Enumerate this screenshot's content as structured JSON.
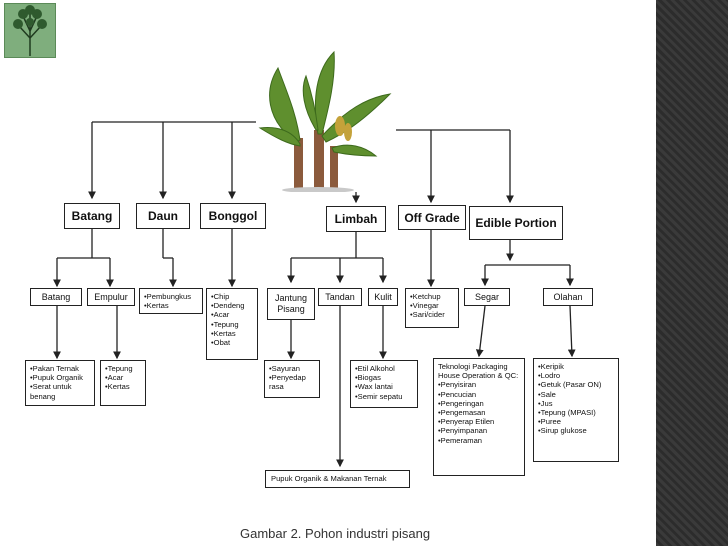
{
  "caption": "Gambar 2. Pohon industri pisang",
  "level1": {
    "batang": "Batang",
    "daun": "Daun",
    "bonggol": "Bonggol",
    "limbah": "Limbah",
    "offgrade": "Off Grade",
    "edible": "Edible Portion"
  },
  "level2": {
    "batang": "Batang",
    "empulur": "Empulur",
    "jantung": "Jantung Pisang",
    "tandan": "Tandan",
    "kulit": "Kulit",
    "segar": "Segar",
    "olahan": "Olahan"
  },
  "lists": {
    "daun": [
      "Pembungkus",
      "Kertas"
    ],
    "bonggol": [
      "Chip",
      "Dendeng",
      "Acar",
      "Tepung",
      "Kertas",
      "Obat"
    ],
    "offgrade": [
      "Ketchup",
      "Vinegar",
      "Sari/cider"
    ],
    "batang": [
      "Pakan Ternak",
      "Pupuk Organik",
      "Serat untuk benang"
    ],
    "empulur": [
      "Tepung",
      "Acar",
      "Kertas"
    ],
    "jantung": [
      "Sayuran",
      "Penyedap rasa"
    ],
    "kulit": [
      "Etil Alkohol",
      "Biogas",
      "Wax lantai",
      "Semir sepatu"
    ],
    "segar_title": "Teknologi Packaging House Operation & QC:",
    "segar": [
      "Penyisiran",
      "Pencucian",
      "Pengeringan",
      "Pengemasan",
      "Penyerap Etilen",
      "Penyimpanan",
      "Pemeraman"
    ],
    "olahan": [
      "Keripik",
      "Lodro",
      "Getuk (Pasar ON)",
      "Sale",
      "Jus",
      "Tepung (MPASI)",
      "Puree",
      "Sirup glukose"
    ]
  },
  "tandan_product": "Pupuk Organik & Makanan Ternak"
}
